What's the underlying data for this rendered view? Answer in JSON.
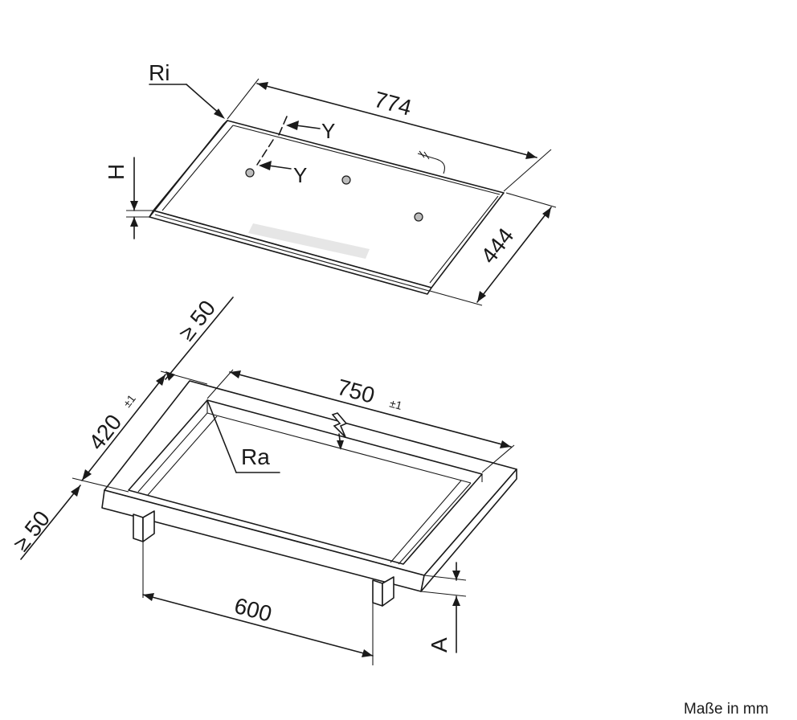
{
  "hob": {
    "width_label": "774",
    "depth_label": "444",
    "height_label": "H",
    "inner_radius_label": "Ri",
    "section_label_1": "Y",
    "section_label_2": "Y"
  },
  "cutout": {
    "width_label": "750",
    "width_tol": "±1",
    "depth_label": "420",
    "depth_tol": "±1",
    "back_clearance_label": "≥ 50",
    "front_clearance_label": "≥ 50",
    "outer_radius_label": "Ra",
    "cabinet_width_label": "600",
    "offset_label": "A"
  },
  "footer": {
    "units_label": "Maße in mm"
  },
  "icons": {
    "power": "lightning-bolt"
  },
  "colors": {
    "line": "#1a1a1a",
    "background": "#ffffff",
    "glass_highlight": "#e6e6e6"
  }
}
